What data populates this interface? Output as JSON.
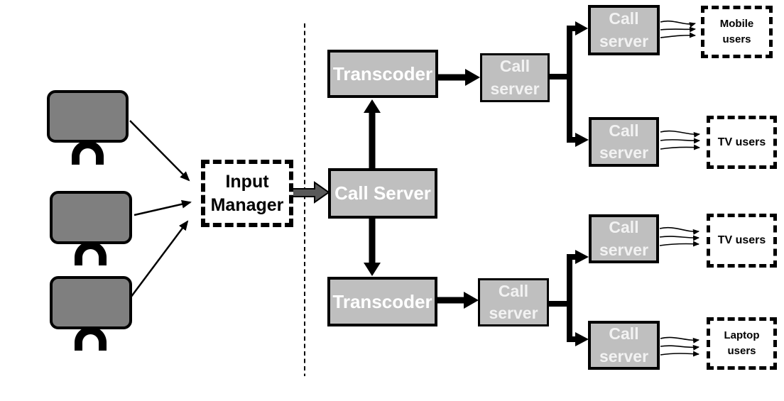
{
  "diagram_type": "video-call distribution architecture",
  "colors": {
    "background": "#ffffff",
    "node_fill": "#bfbfbf",
    "device_fill": "#7f7f7f",
    "line_color": "#000000",
    "node_text": "#ffffff",
    "label_text": "#000000",
    "ingest_arrow_fill": "#595959"
  },
  "nodes": {
    "input_manager": {
      "label": "Input Manager"
    },
    "main_call_server": {
      "label": "Call Server"
    },
    "transcoders": [
      {
        "label": "Transcoder"
      },
      {
        "label": "Transcoder"
      }
    ],
    "relay_call_servers": [
      {
        "label": "Call server"
      },
      {
        "label": "Call server"
      }
    ],
    "edge_call_servers": [
      {
        "label": "Call server"
      },
      {
        "label": "Call server"
      },
      {
        "label": "Call server"
      },
      {
        "label": "Call server"
      }
    ],
    "user_groups": [
      {
        "label": "Mobile users"
      },
      {
        "label": "TV users"
      },
      {
        "label": "TV users"
      },
      {
        "label": "Laptop users"
      }
    ]
  },
  "sources": {
    "device_count": 3
  }
}
